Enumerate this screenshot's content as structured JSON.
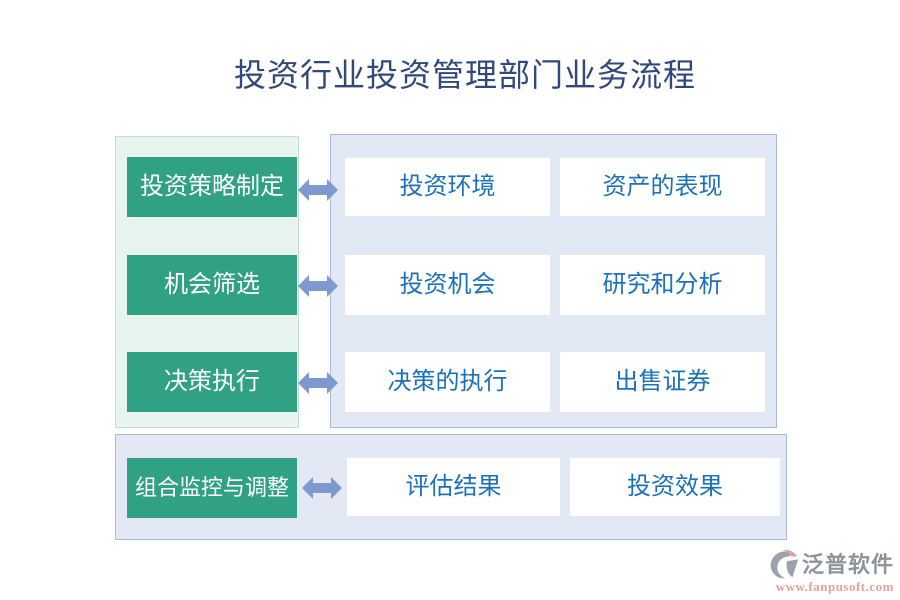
{
  "title": "投资行业投资管理部门业务流程",
  "rows": [
    {
      "left_label": "投资策略制定",
      "boxes": [
        "投资环境",
        "资产的表现"
      ]
    },
    {
      "left_label": "机会筛选",
      "boxes": [
        "投资机会",
        "研究和分析"
      ]
    },
    {
      "left_label": "决策执行",
      "boxes": [
        "决策的执行",
        "出售证券"
      ]
    },
    {
      "left_label": "组合监控与调整",
      "boxes": [
        "评估结果",
        "投资效果"
      ]
    }
  ],
  "icons": {
    "arrow": "double-headed-horizontal-arrow",
    "logo": "fanpu-swirl-logo"
  },
  "colors": {
    "title_text": "#31487c",
    "stage_button_bg": "#31a186",
    "stage_button_text": "#ffffff",
    "panel_green_bg": "#e8f4ee",
    "panel_green_border": "#c2dfd0",
    "panel_blue_bg": "#e3e9f4",
    "panel_blue_border": "#a9bad8",
    "flow_box_bg": "#ffffff",
    "flow_box_text": "#1d70bc",
    "arrow_fill": "#7e98d0",
    "watermark_gray": "#8d949e",
    "watermark_red": "#e2a19a"
  },
  "watermark": {
    "brand": "泛普软件",
    "url": "www.fanpusoft.com"
  }
}
